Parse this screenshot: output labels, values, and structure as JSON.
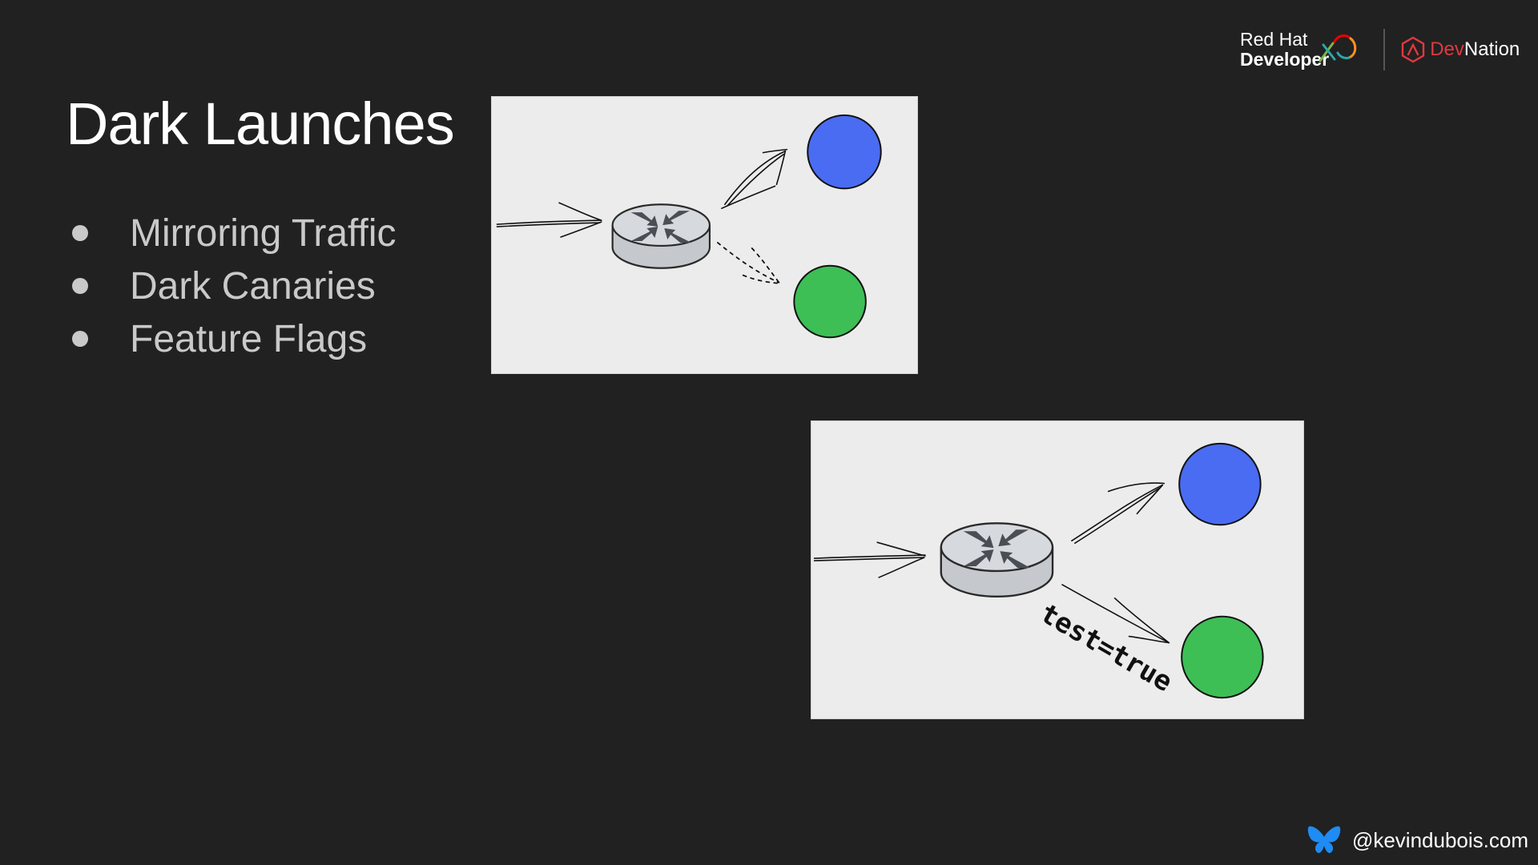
{
  "slide": {
    "title": "Dark Launches",
    "bullets": [
      "Mirroring Traffic",
      "Dark Canaries",
      "Feature Flags"
    ]
  },
  "diagram_bottom": {
    "annotation": "test=true"
  },
  "branding": {
    "redhat_line1": "Red Hat",
    "redhat_line2": "Developer",
    "devnation_dev": "Dev",
    "devnation_nation": "Nation"
  },
  "footer": {
    "handle": "@kevindubois.com"
  },
  "icons": [
    "router-icon",
    "butterfly-icon",
    "devnation-logo-icon",
    "redhat-logo-icon"
  ],
  "colors": {
    "background": "#212121",
    "panel": "#ececec",
    "blue_node": "#4a6cf2",
    "green_node": "#3dbf55",
    "router": "#d3d6da",
    "accent_red": "#e0393e",
    "butterfly": "#1e8cf4"
  }
}
